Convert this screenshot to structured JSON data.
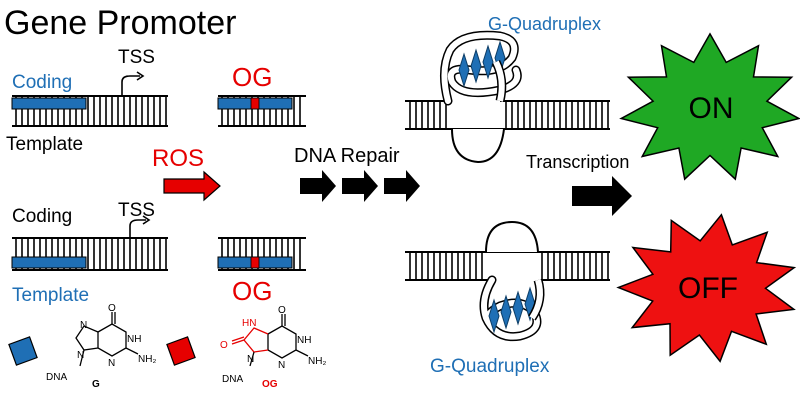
{
  "title": "Gene Promoter",
  "labels": {
    "coding_top": "Coding",
    "template_top": "Template",
    "coding_bottom": "Coding",
    "template_bottom": "Template",
    "tss_top": "TSS",
    "tss_bottom": "TSS",
    "og_top": "OG",
    "og_bottom": "OG",
    "ros": "ROS",
    "dna_repair": "DNA Repair",
    "transcription": "Transcription",
    "g4_top": "G-Quadruplex",
    "g4_bottom": "G-Quadruplex",
    "on": "ON",
    "off": "OFF"
  },
  "structures": {
    "guanine": {
      "atoms": [
        "O",
        "N",
        "NH",
        "N",
        "N",
        "NH₂",
        "DNA",
        "G"
      ]
    },
    "oxoguanine": {
      "atoms": [
        "O",
        "O",
        "HN",
        "NH",
        "N",
        "N",
        "NH₂",
        "DNA",
        "OG"
      ]
    }
  },
  "colors": {
    "blue_text": "#1f6fb5",
    "blue_box": "#1f6fb5",
    "red": "#e60000",
    "on_fill": "#1fa824",
    "off_fill": "#ee1111",
    "black": "#000000"
  }
}
